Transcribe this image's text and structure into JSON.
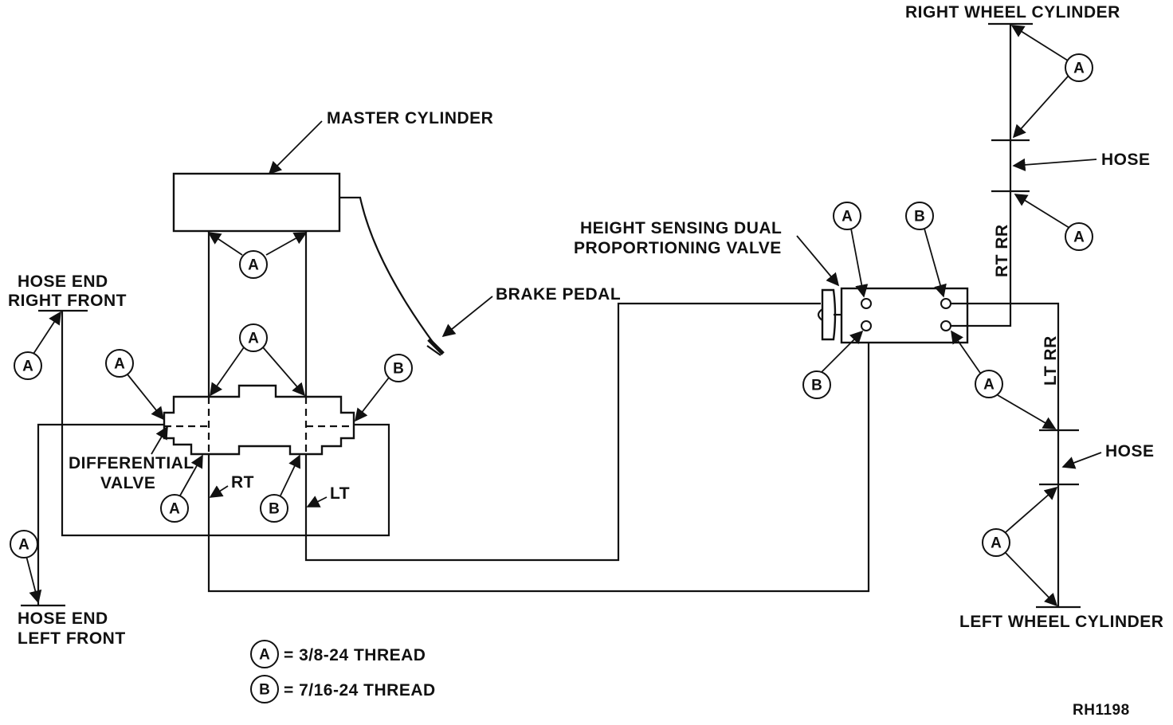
{
  "labels": {
    "master_cylinder": "MASTER CYLINDER",
    "brake_pedal": "BRAKE PEDAL",
    "valve_line1": "HEIGHT SENSING DUAL",
    "valve_line2": "PROPORTIONING VALVE",
    "hose_rf_line1": "HOSE END",
    "hose_rf_line2": "RIGHT FRONT",
    "hose_lf_line1": "HOSE END",
    "hose_lf_line2": "LEFT FRONT",
    "diff_line1": "DIFFERENTIAL",
    "diff_line2": "VALVE",
    "rt": "RT",
    "lt": "LT",
    "right_wheel": "RIGHT WHEEL CYLINDER",
    "left_wheel": "LEFT WHEEL CYLINDER",
    "hose_upper": "HOSE",
    "hose_lower": "HOSE",
    "rt_rr": "RT RR",
    "lt_rr": "LT RR",
    "figure_id": "RH1198"
  },
  "markers": {
    "a": "A",
    "b": "B"
  },
  "legend": [
    {
      "marker": "A",
      "text": "= 3/8-24  THREAD"
    },
    {
      "marker": "B",
      "text": "= 7/16-24  THREAD"
    }
  ]
}
